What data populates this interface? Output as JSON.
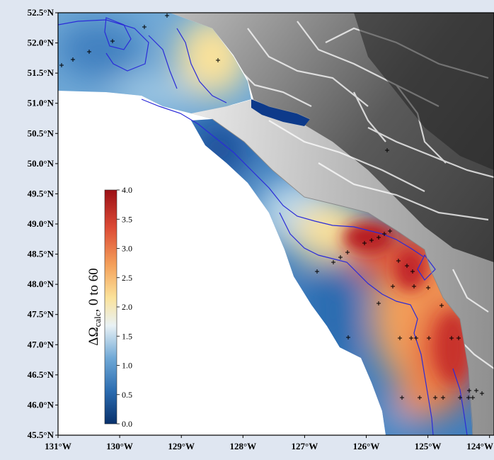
{
  "map": {
    "lat_ticks": [
      "52.5°N",
      "52.0°N",
      "51.5°N",
      "51.0°N",
      "50.5°N",
      "50.0°N",
      "49.5°N",
      "49.0°N",
      "48.5°N",
      "48.0°N",
      "47.5°N",
      "47.0°N",
      "46.5°N",
      "46.0°N",
      "45.5°N"
    ],
    "lon_ticks": [
      "131°W",
      "130°W",
      "129°W",
      "128°W",
      "127°W",
      "126°W",
      "125°W",
      "124°W"
    ],
    "colorbar": {
      "label_prefix": "ΔΩ",
      "label_subscript": "calc",
      "label_suffix": ", 0 to 60",
      "ticks": [
        "0.0",
        "0.5",
        "1.0",
        "1.5",
        "2.0",
        "2.5",
        "3.0",
        "3.5",
        "4.0"
      ],
      "range": [
        0,
        4
      ],
      "colormap": [
        "#08306b",
        "#2b6cb0",
        "#6fa8d6",
        "#e9f2f5",
        "#fbe29a",
        "#f4a05a",
        "#dc4a35",
        "#9b1016"
      ]
    },
    "colors": {
      "land_dark": "#2e2e2e",
      "land_light": "#e8e8e8",
      "ocean": "#ffffff",
      "isobath": "#2b2bd8",
      "frame": "#000000"
    }
  }
}
